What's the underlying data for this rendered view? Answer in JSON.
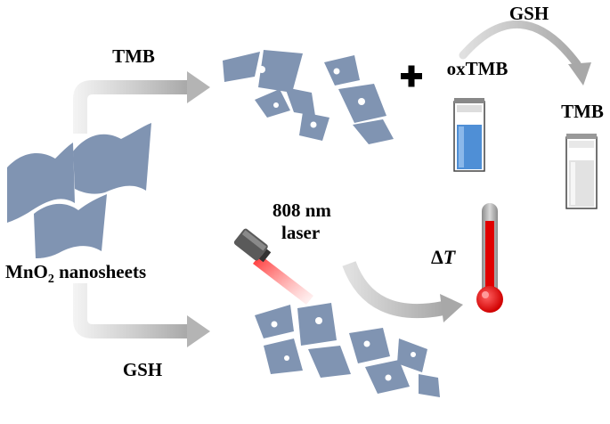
{
  "labels": {
    "reagent_top": "TMB",
    "oxidized": "oxTMB",
    "reductant_top": "GSH",
    "product": "TMB",
    "reagent_bottom": "GSH",
    "laser_wavelength": "808 nm",
    "laser_word": "laser",
    "material_prefix": "MnO",
    "material_subscript": "2",
    "material_suffix": " nanosheets",
    "delta_symbol": "Δ",
    "temperature_symbol": "T",
    "plus": "+"
  },
  "colors": {
    "nanosheet": "#8094b2",
    "nanosheet_hole": "#ffffff",
    "arrow": "#c8c8c8",
    "oxtmb_solution": "#4f8fd6",
    "clear_solution": "#e2e2e2",
    "thermometer_red": "#e00000",
    "thermometer_glass": "#b0b0b0",
    "laser_beam": "#ff4040",
    "laser_body": "#666666"
  },
  "icons": {
    "plus": "plus-icon",
    "thermometer": "thermometer-icon",
    "laser": "laser-emitter-icon",
    "cuvette": "cuvette-icon"
  }
}
